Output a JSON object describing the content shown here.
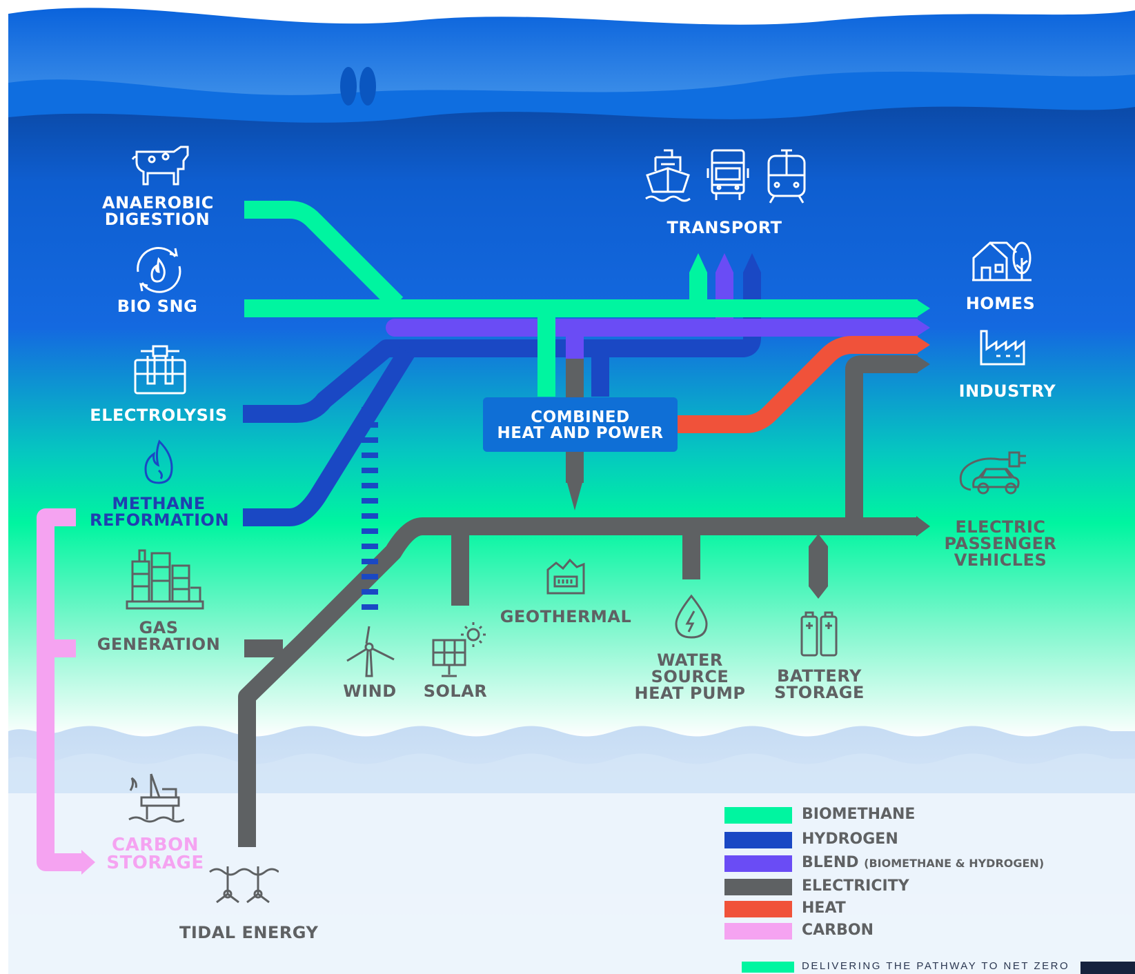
{
  "labels": {
    "anaerobic_digestion": [
      "ANAEROBIC",
      "DIGESTION"
    ],
    "bio_sng": "BIO SNG",
    "electrolysis": "ELECTROLYSIS",
    "methane_reformation": [
      "METHANE",
      "REFORMATION"
    ],
    "gas_generation": [
      "GAS",
      "GENERATION"
    ],
    "carbon_storage": [
      "CARBON",
      "STORAGE"
    ],
    "tidal_energy": "TIDAL ENERGY",
    "wind": "WIND",
    "solar": "SOLAR",
    "geothermal": "GEOTHERMAL",
    "water_source_heat_pump": [
      "WATER",
      "SOURCE",
      "HEAT PUMP"
    ],
    "battery_storage": [
      "BATTERY",
      "STORAGE"
    ],
    "combined_heat_and_power": [
      "COMBINED",
      "HEAT AND POWER"
    ],
    "transport": "TRANSPORT",
    "homes": "HOMES",
    "industry": "INDUSTRY",
    "electric_passenger_vehicles": [
      "ELECTRIC",
      "PASSENGER",
      "VEHICLES"
    ]
  },
  "legend": [
    {
      "label": "BIOMETHANE",
      "note": "",
      "color": "#00f5a0"
    },
    {
      "label": "HYDROGEN",
      "note": "",
      "color": "#1a48c4"
    },
    {
      "label": "BLEND",
      "note": "(BIOMETHANE & HYDROGEN)",
      "color": "#6a4cf5"
    },
    {
      "label": "ELECTRICITY",
      "note": "",
      "color": "#5e6163"
    },
    {
      "label": "HEAT",
      "note": "",
      "color": "#f0523a"
    },
    {
      "label": "CARBON",
      "note": "",
      "color": "#f5a3f1"
    }
  ],
  "footer": {
    "text": "DELIVERING THE PATHWAY TO NET ZERO"
  },
  "colors": {
    "biomethane": "#00f5a0",
    "hydrogen": "#1a48c4",
    "blend": "#6a4cf5",
    "electricity": "#5e6163",
    "heat": "#f0523a",
    "carbon": "#f5a3f1",
    "sky_top": "#1b78e0",
    "sea_dark": "#0d4fb8",
    "sea_green": "#00f5a0"
  },
  "icons": [
    "cow-icon",
    "recycle-flame-icon",
    "electrolysis-icon",
    "flame-icon",
    "refinery-icon",
    "oil-rig-icon",
    "tidal-turbine-icon",
    "wind-turbine-icon",
    "solar-panel-icon",
    "geothermal-icon",
    "water-drop-bolt-icon",
    "battery-icon",
    "ship-icon",
    "truck-icon",
    "train-icon",
    "house-icon",
    "factory-icon",
    "electric-car-icon"
  ]
}
